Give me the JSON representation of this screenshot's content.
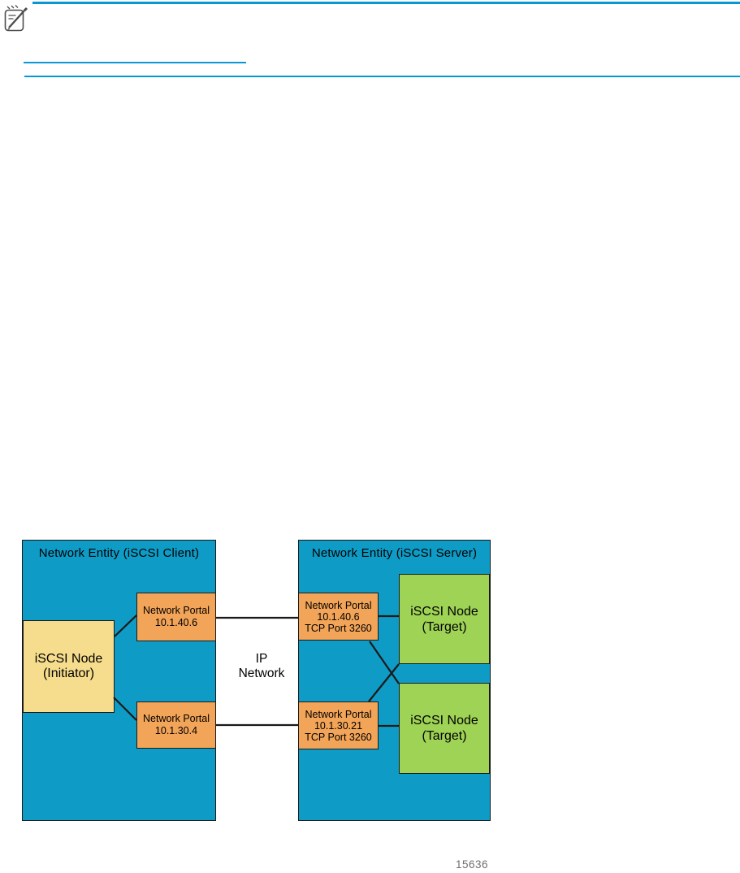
{
  "header": {
    "note_icon": "note-icon"
  },
  "figure": {
    "id_label": "15636"
  },
  "colors": {
    "entity_blue": "#0e9cc6",
    "rule_blue": "#0997d4",
    "portal_orange": "#f2a458",
    "initiator_yellow": "#f6dd8d",
    "target_green": "#9fd355",
    "connector_black": "#1a1a1a",
    "figure_id_gray": "#6e6e6e"
  },
  "diagram": {
    "client_entity": {
      "title": "Network Entity (iSCSI Client)"
    },
    "server_entity": {
      "title": "Network Entity (iSCSI Server)"
    },
    "initiator_node": {
      "line1": "iSCSI Node",
      "line2": "(Initiator)"
    },
    "client_portals": [
      {
        "line1": "Network Portal",
        "line2": "10.1.40.6"
      },
      {
        "line1": "Network Portal",
        "line2": "10.1.30.4"
      }
    ],
    "server_portals": [
      {
        "line1": "Network Portal",
        "line2": "10.1.40.6",
        "line3": "TCP Port 3260"
      },
      {
        "line1": "Network Portal",
        "line2": "10.1.30.21",
        "line3": "TCP Port 3260"
      }
    ],
    "target_nodes": [
      {
        "line1": "iSCSI Node",
        "line2": "(Target)"
      },
      {
        "line1": "iSCSI Node",
        "line2": "(Target)"
      }
    ],
    "ip_network": {
      "line1": "IP",
      "line2": "Network"
    }
  }
}
